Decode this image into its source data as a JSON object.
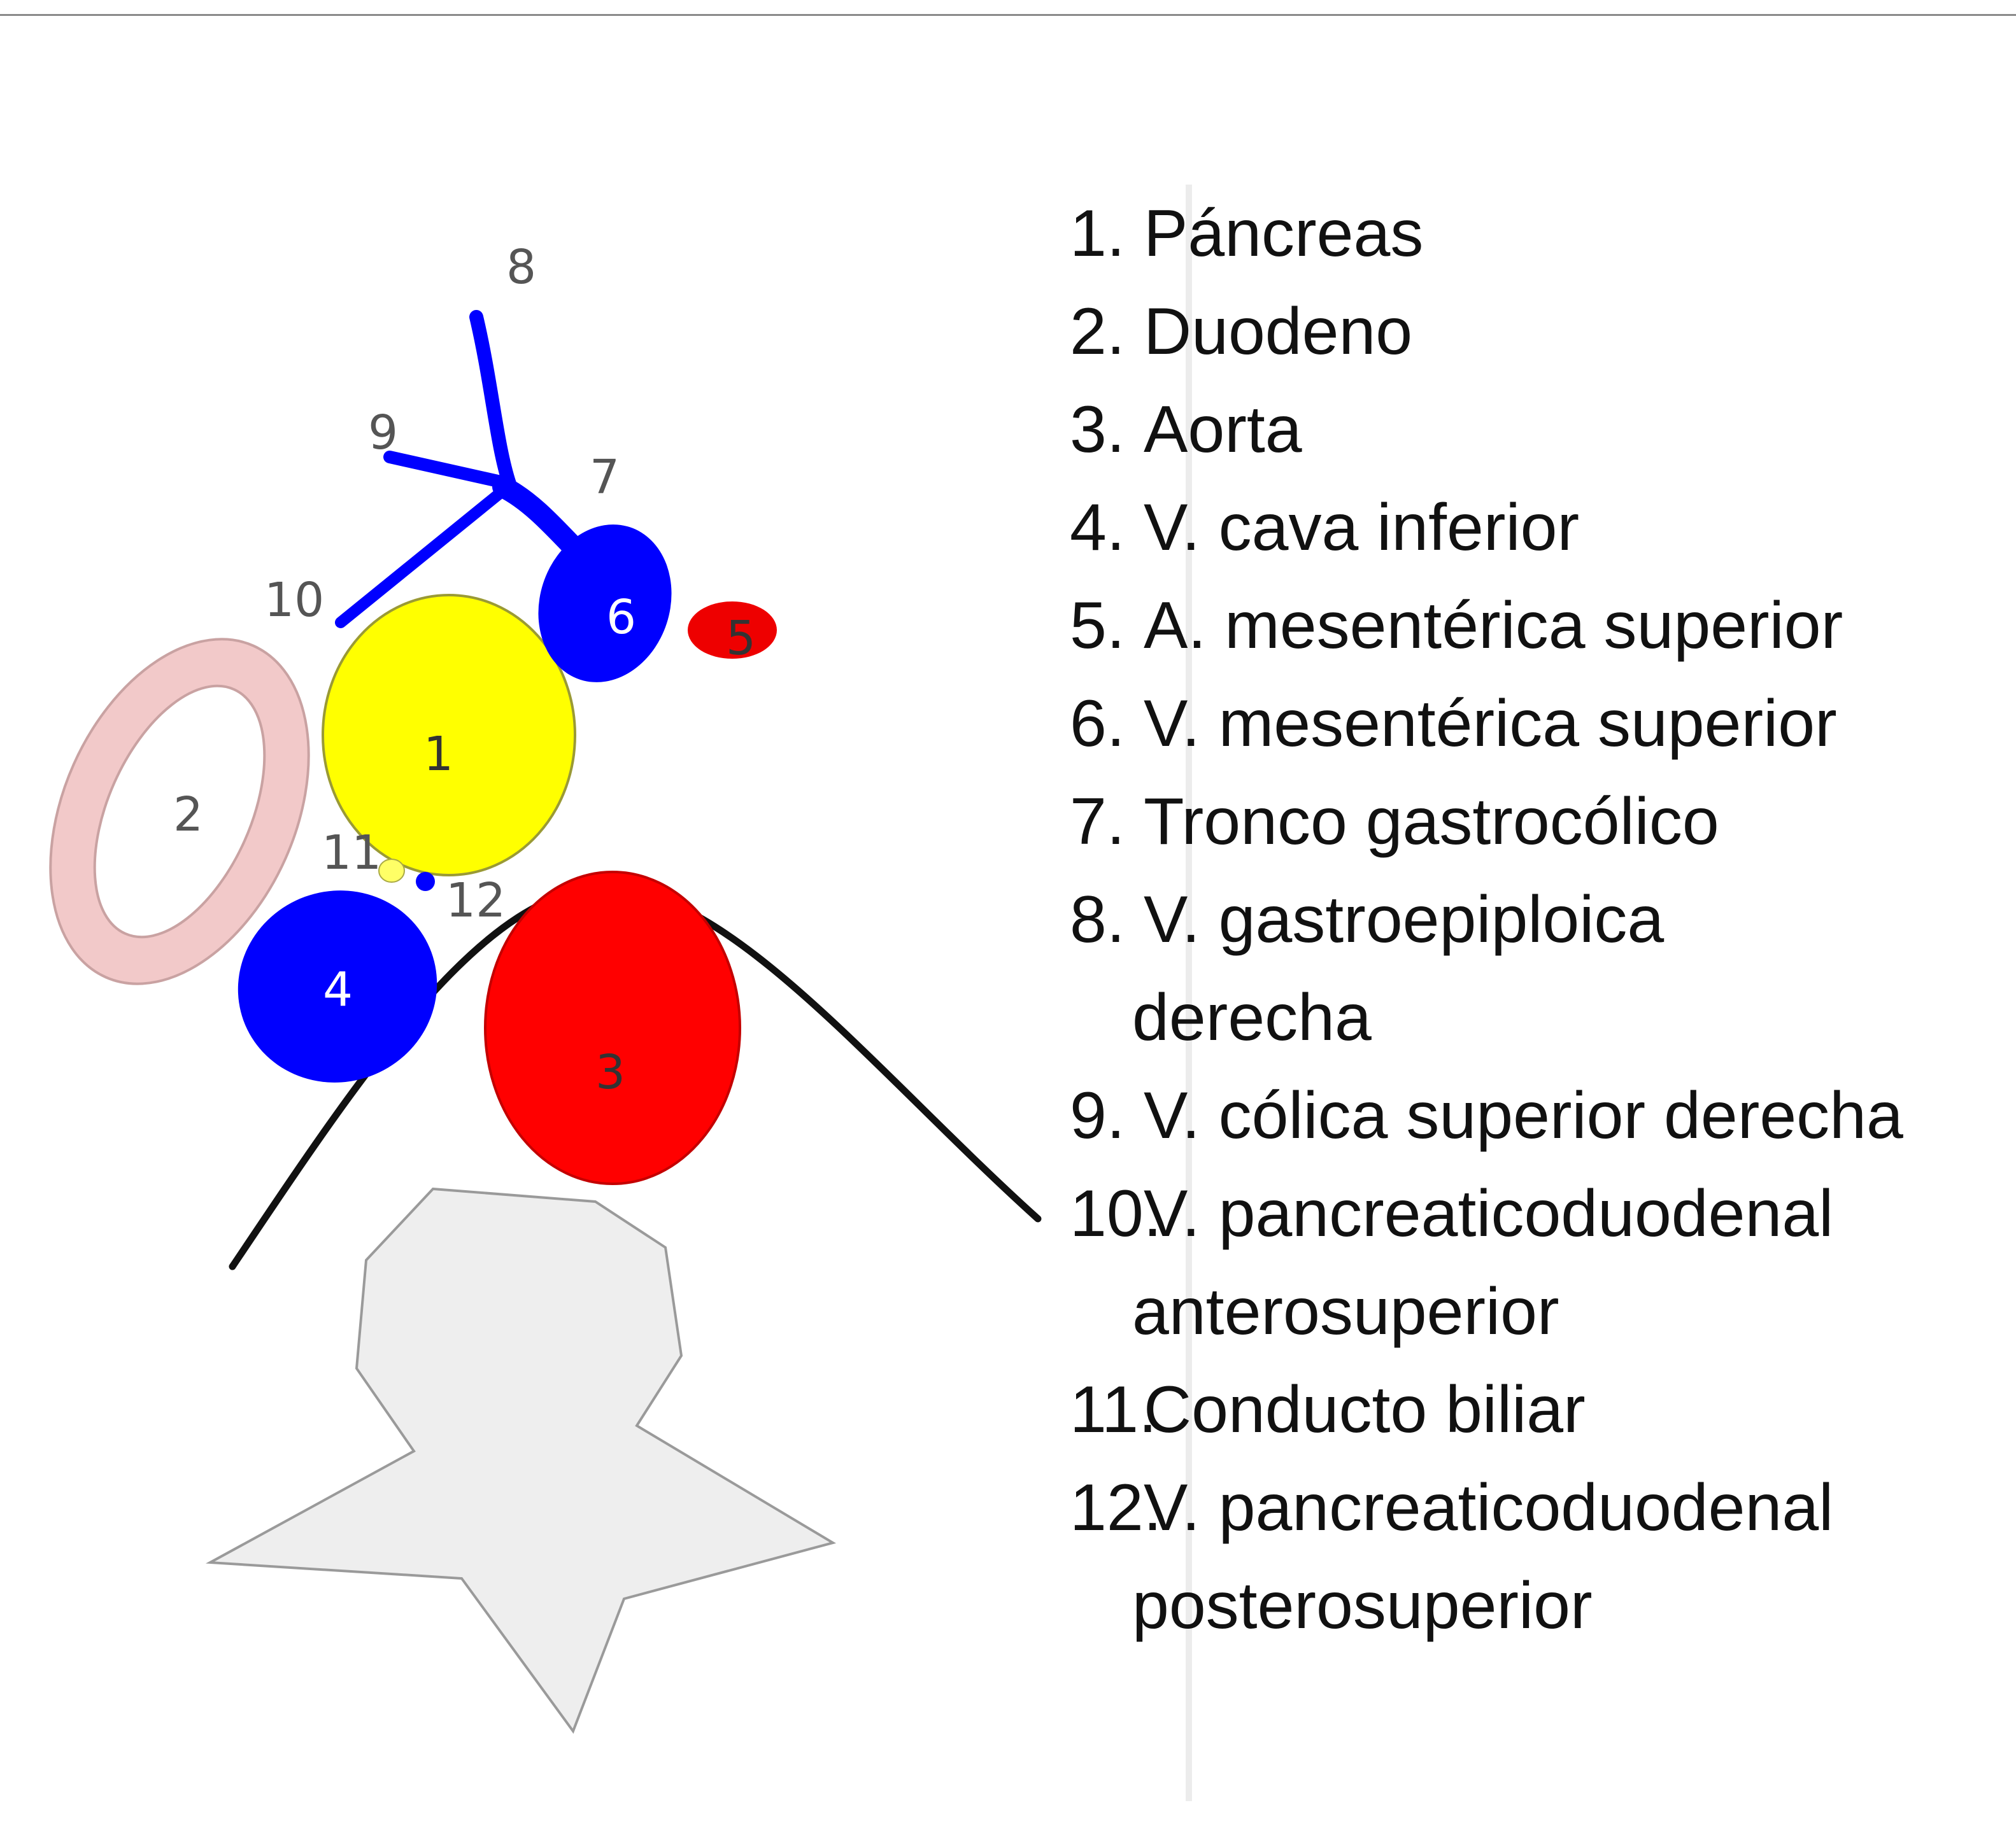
{
  "diagram": {
    "structures": [
      {
        "number": "1",
        "color": "#ffff00"
      },
      {
        "number": "2",
        "color": "#f2c9c9"
      },
      {
        "number": "3",
        "color": "#ff0000"
      },
      {
        "number": "4",
        "color": "#0000ff"
      },
      {
        "number": "5",
        "color": "#ee0000"
      },
      {
        "number": "6",
        "color": "#0000ff"
      },
      {
        "number": "7",
        "color": "#0000ff"
      },
      {
        "number": "8",
        "color": "#0000ff"
      },
      {
        "number": "9",
        "color": "#0000ff"
      },
      {
        "number": "10",
        "color": "#0000ff"
      },
      {
        "number": "11",
        "color": "#ffff66"
      },
      {
        "number": "12",
        "color": "#0000ff"
      }
    ],
    "vertebra_color": "#eeeeee",
    "peritoneum_line_color": "#111111"
  },
  "legend": {
    "items": [
      {
        "number": "1.",
        "lines": [
          "Páncreas"
        ]
      },
      {
        "number": "2.",
        "lines": [
          "Duodeno"
        ]
      },
      {
        "number": "3.",
        "lines": [
          "Aorta"
        ]
      },
      {
        "number": "4.",
        "lines": [
          "V. cava inferior"
        ]
      },
      {
        "number": "5.",
        "lines": [
          "A. mesentérica superior"
        ]
      },
      {
        "number": "6.",
        "lines": [
          "V. mesentérica superior"
        ]
      },
      {
        "number": "7.",
        "lines": [
          "Tronco gastrocólico"
        ]
      },
      {
        "number": "8.",
        "lines": [
          "V. gastroepiploica",
          "derecha"
        ]
      },
      {
        "number": "9.",
        "lines": [
          "V. cólica superior derecha"
        ]
      },
      {
        "number": "10.",
        "lines": [
          "V. pancreaticoduodenal",
          "anterosuperior"
        ]
      },
      {
        "number": "11.",
        "lines": [
          "Conducto biliar"
        ]
      },
      {
        "number": "12.",
        "lines": [
          "V. pancreaticoduodenal",
          "posterosuperior"
        ]
      }
    ]
  }
}
